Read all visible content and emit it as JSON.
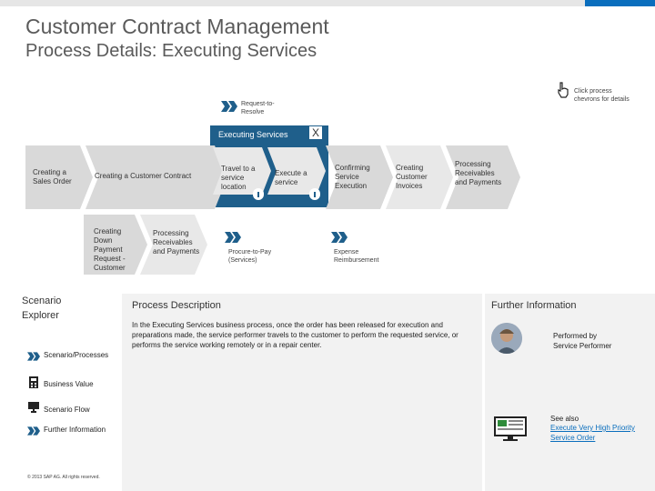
{
  "header": {
    "title": "Customer Contract Management",
    "subtitle": "Process Details: Executing Services"
  },
  "click_hint": "Click process chevrons for details",
  "flow": {
    "request_to_resolve": "Request-to-Resolve",
    "executing_services_tab": "Executing Services",
    "close_label": "X",
    "creating_sales_order": "Creating a Sales Order",
    "creating_customer_contract": "Creating a Customer Contract",
    "travel_to_location": "Travel to a service location",
    "execute_service": "Execute a service",
    "confirming_service_execution": "Confirming Service Execution",
    "creating_customer_invoices": "Creating Customer Invoices",
    "processing_receivables_top": "Processing Receivables and Payments",
    "creating_down_payment": "Creating Down Payment Request - Customer",
    "processing_receivables_bottom": "Processing Receivables and Payments",
    "procure_to_pay": "Procure-to-Pay (Services)",
    "expense_reimbursement": "Expense Reimbursement"
  },
  "explorer": {
    "title": "Scenario Explorer",
    "items": [
      {
        "label": "Scenario/Processes",
        "icon": "chevron-icon"
      },
      {
        "label": "Business Value",
        "icon": "calculator-icon"
      },
      {
        "label": "Scenario Flow",
        "icon": "monitor-icon"
      },
      {
        "label": "Further Information",
        "icon": "chevron-icon"
      }
    ],
    "copyright": "© 2013 SAP AG. All rights reserved."
  },
  "description": {
    "heading": "Process Description",
    "text": "In the Executing Services business process, once the order has been released for execution and preparations made, the service performer travels to the customer to perform the requested service, or performs the service working remotely or in a repair center."
  },
  "further_info": {
    "heading": "Further Information",
    "performed_by": "Performed by",
    "performer": "Service Performer",
    "see_also": "See also",
    "link": "Execute Very High Priority Service Order"
  },
  "colors": {
    "accent_blue": "#0a6ebd",
    "dark_blue": "#1f5f8b",
    "chevron_gray": "#d9d9d9",
    "panel_gray": "#f2f2f2"
  }
}
